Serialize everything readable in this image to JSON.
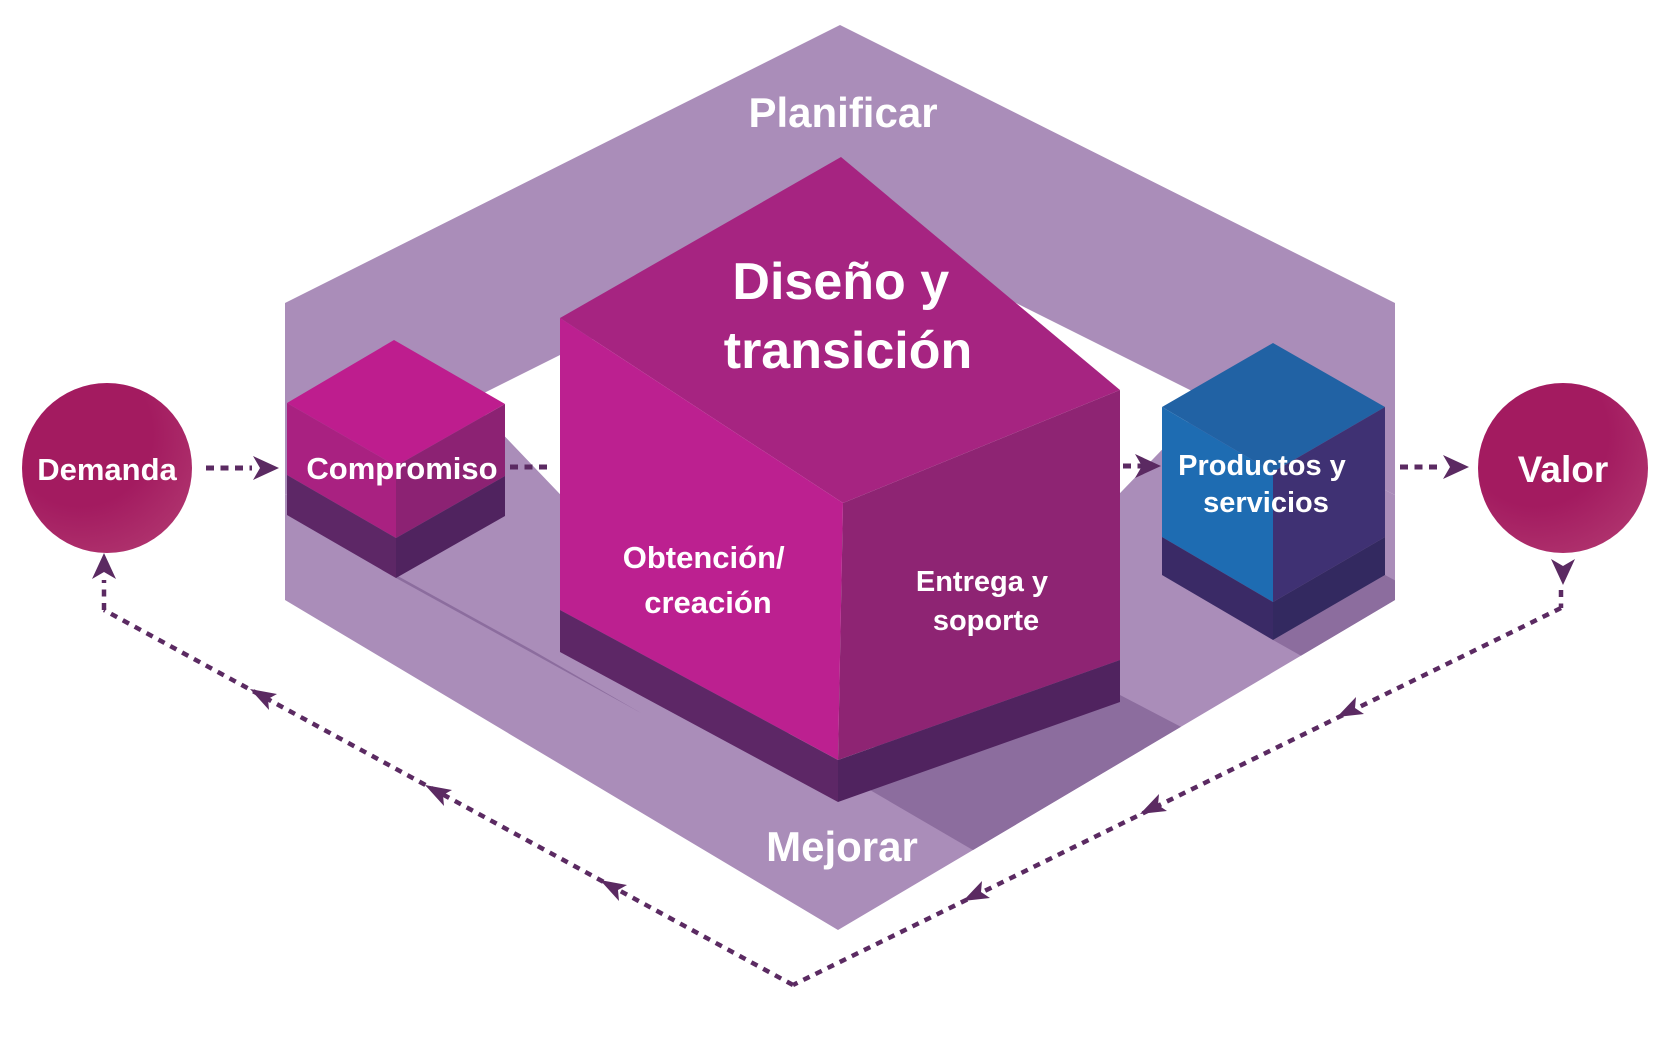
{
  "diagram": {
    "type": "itil-service-value-chain",
    "band_labels": {
      "top": "Planificar",
      "bottom": "Mejorar"
    },
    "nodes": {
      "demanda": {
        "label": "Demanda"
      },
      "compromiso": {
        "label": "Compromiso"
      },
      "diseno": {
        "lines": [
          "Diseño y",
          "transición"
        ]
      },
      "obtencion": {
        "lines": [
          "Obtención/",
          "creación"
        ]
      },
      "entrega": {
        "lines": [
          "Entrega y",
          "soporte"
        ]
      },
      "productos": {
        "lines": [
          "Productos y",
          "servicios"
        ]
      },
      "valor": {
        "label": "Valor"
      }
    },
    "flows": [
      "Demanda → Compromiso",
      "Compromiso → Diseño y transición",
      "Diseño y transición → Productos y servicios",
      "Productos y servicios → Valor",
      "Valor → Demanda (bucle de retroalimentación inferior)"
    ]
  },
  "colors": {
    "band": "#AA8DB9",
    "bandShadow": "#8C6D9E",
    "centralTop": "#A62481",
    "centralLeft": "#BC2090",
    "centralRight": "#8E2473",
    "baseLeft": "#5D2766",
    "baseRight": "#50235F",
    "smallTop": "#BE1D8E",
    "smallLeft": "#A92181",
    "smallRight": "#8C2273",
    "blueTop": "#2162A4",
    "blueLeft": "#1E6CB2",
    "blueRight": "#3F3173",
    "blueBaseLeft": "#3A2A66",
    "blueBaseRight": "#332960",
    "circleInner": "#A31B60",
    "circleOuter": "#B53E74",
    "arrow": "#5B2A62"
  }
}
